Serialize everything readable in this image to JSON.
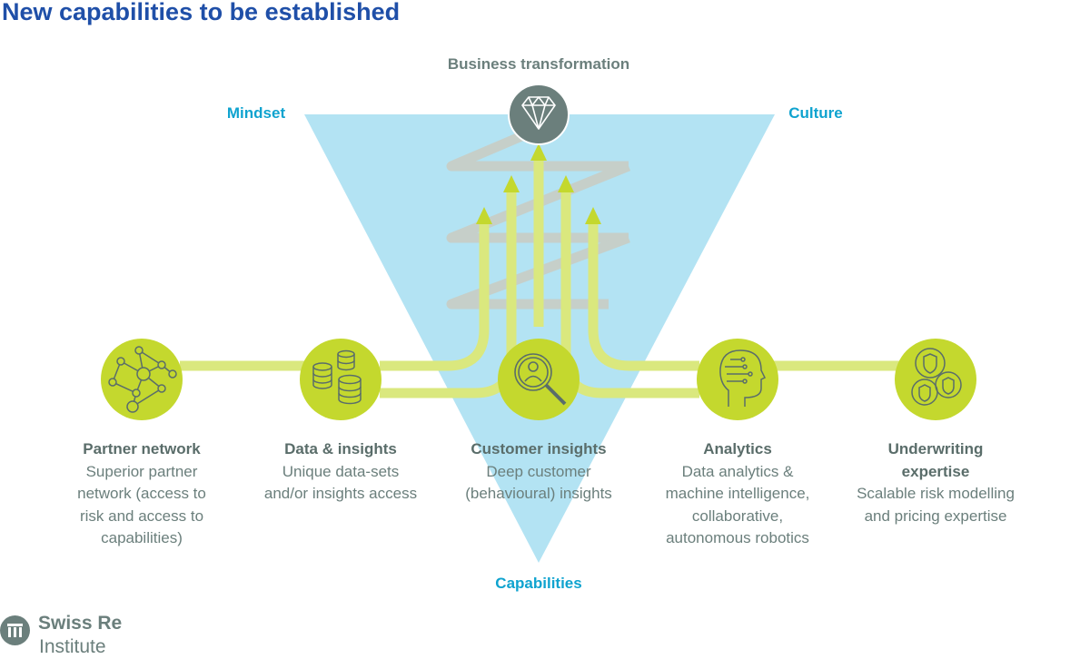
{
  "title": "New capabilities to be established",
  "top_label": "Business transformation",
  "corner_labels": {
    "left": "Mindset",
    "right": "Culture",
    "bottom": "Capabilities"
  },
  "colors": {
    "title": "#1f4fa8",
    "accent_blue": "#0fa3cf",
    "triangle": "#b3e3f3",
    "lime": "#c4d82e",
    "lime_light": "#dae87e",
    "gray_band": "#c6cfc9",
    "text_gray": "#6b7f7c"
  },
  "capabilities": [
    {
      "icon": "network-icon",
      "title": "Partner network",
      "description": "Superior partner\nnetwork (access to\nrisk and access to\ncapabilities)"
    },
    {
      "icon": "database-icon",
      "title": "Data & insights",
      "description": "Unique data-sets\nand/or insights access"
    },
    {
      "icon": "magnifier-person-icon",
      "title": "Customer insights",
      "description": "Deep customer\n(behavioural) insights"
    },
    {
      "icon": "ai-head-icon",
      "title": "Analytics",
      "description": "Data analytics &\nmachine intelligence,\ncollaborative,\nautonomous robotics"
    },
    {
      "icon": "shields-icon",
      "title": "Underwriting\nexpertise",
      "description": "Scalable risk  modelling\nand  pricing expertise"
    }
  ],
  "top_icon": "diamond-icon",
  "logo": {
    "name": "Swiss Re",
    "subtitle": "Institute",
    "icon": "swiss-re-logo-icon"
  }
}
